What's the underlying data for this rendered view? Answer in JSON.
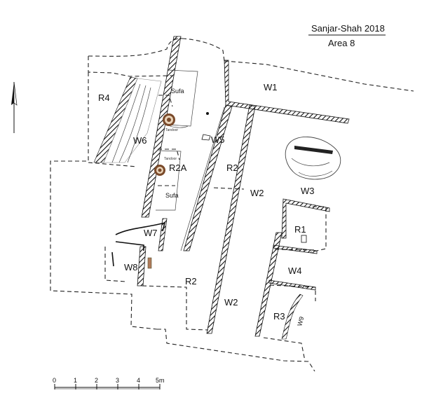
{
  "title": {
    "site": "Sanjar-Shah  2018",
    "area": "Area 8"
  },
  "labels": {
    "r4": "R4",
    "sufa_top": "Sufa",
    "tandoor_top": "Tandoor",
    "w6": "W6",
    "tandoor_mid": "Tandoor",
    "r2a": "R2A",
    "sufa_bottom": "Sufa",
    "w1": "W1",
    "w5": "W5",
    "r2_upper": "R2",
    "w2_upper": "W2",
    "w3": "W3",
    "r1": "R1",
    "w7": "W7",
    "w8": "W8",
    "r2_lower": "R2",
    "w4": "W4",
    "w2_lower": "W2",
    "r3": "R3",
    "w9": "W9"
  },
  "scale": {
    "ticks": [
      "0",
      "1",
      "2",
      "3",
      "4",
      "5m"
    ]
  },
  "icons": {
    "north_arrow": "north-arrow-icon"
  }
}
